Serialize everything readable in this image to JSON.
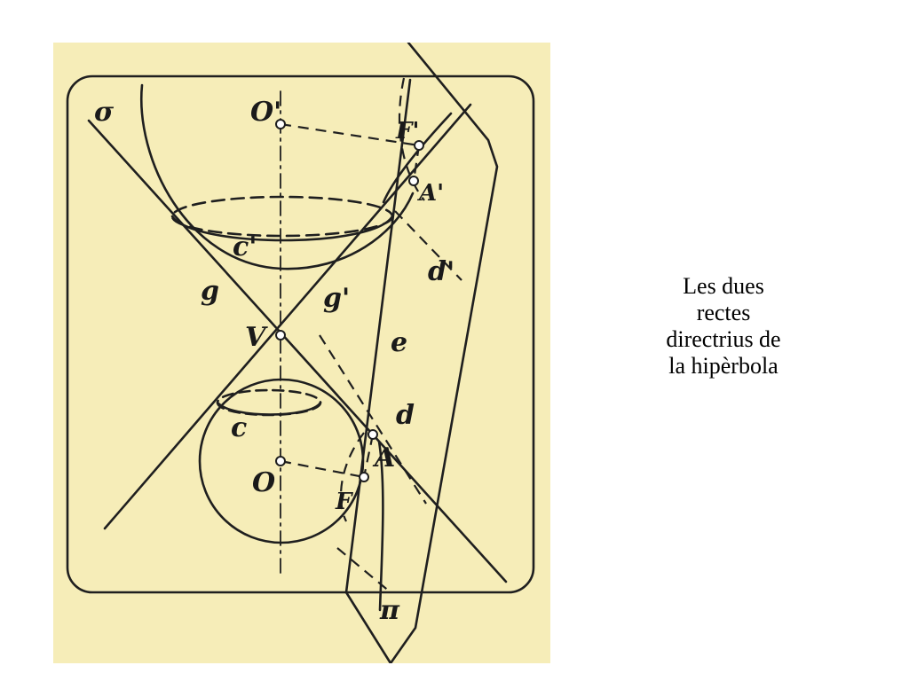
{
  "caption": {
    "lines": [
      "Les dues",
      "rectes",
      "directrius de",
      "la hipèrbola"
    ]
  },
  "diagram_labels": {
    "sigma": "σ",
    "O_prime": "O'",
    "F_prime": "F'",
    "A_prime": "A'",
    "c_prime": "c'",
    "d_prime": "d'",
    "g": "g",
    "g_prime": "g'",
    "V": "V",
    "e": "e",
    "c": "c",
    "d": "d",
    "A": "A",
    "O": "O",
    "F": "F",
    "pi": "π"
  },
  "colors": {
    "paper": "#f6edb8",
    "ink": "#1f1f1f",
    "caption_text": "#000000"
  }
}
